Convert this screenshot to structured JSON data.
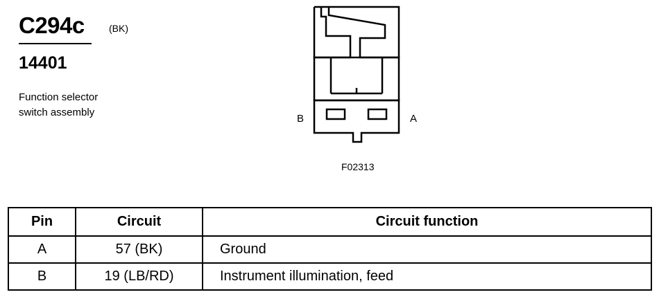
{
  "header": {
    "connector_id": "C294c",
    "color_code": "(BK)",
    "part_number": "14401",
    "description_line1": "Function selector",
    "description_line2": "switch assembly"
  },
  "figure": {
    "pin_label_left": "B",
    "pin_label_right": "A",
    "figure_id": "F02313"
  },
  "table": {
    "headers": [
      "Pin",
      "Circuit",
      "Circuit function"
    ],
    "rows": [
      {
        "pin": "A",
        "circuit": "57 (BK)",
        "function": "Ground"
      },
      {
        "pin": "B",
        "circuit": "19 (LB/RD)",
        "function": "Instrument illumination, feed"
      }
    ]
  }
}
